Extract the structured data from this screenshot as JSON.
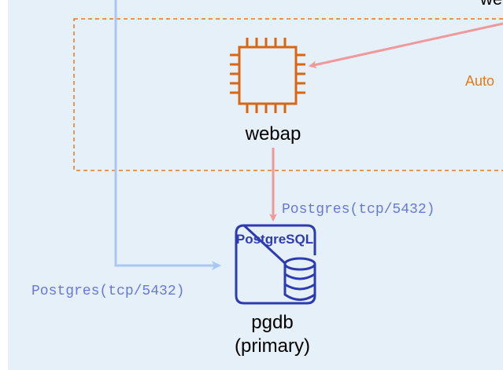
{
  "colors": {
    "panel_bg": "#e6f0f8",
    "asg_border": "#e07b1a",
    "asg_text": "#e07b1a",
    "ec2_icon": "#d86613",
    "edge_red": "#f0999a",
    "edge_blue": "#a9c7f5",
    "postgres_blue": "#2e3bb0",
    "mono_text": "#6878d8",
    "text": "#000000"
  },
  "labels": {
    "top_clipped": "we",
    "asg_clipped": "Auto",
    "webap_node": "webap",
    "edge_right": "Postgres(tcp/5432)",
    "edge_left": "Postgres(tcp/5432)",
    "postgres_badge": "PostgreSQL",
    "db_name": "pgdb",
    "db_role": "(primary)"
  },
  "icons": {
    "ec2": "ec2-instance-chip-icon",
    "database": "database-cylinder-icon"
  }
}
